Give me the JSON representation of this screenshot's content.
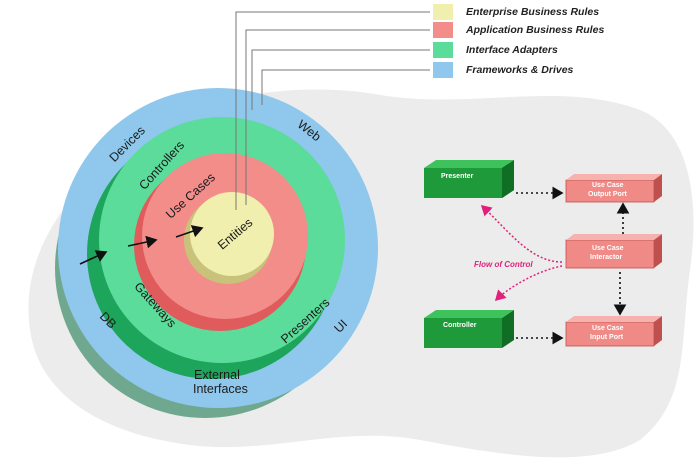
{
  "legend": [
    {
      "label": "Enterprise Business Rules",
      "color": "#f1efae"
    },
    {
      "label": "Application Business Rules",
      "color": "#f28d8a"
    },
    {
      "label": "Interface Adapters",
      "color": "#5bdc9a"
    },
    {
      "label": "Frameworks & Drives",
      "color": "#8fc8ec"
    }
  ],
  "rings": {
    "entities": "Entities",
    "use_cases": "Use Cases",
    "controllers": "Controllers",
    "gateways": "Gateways",
    "presenters": "Presenters",
    "devices": "Devices",
    "web": "Web",
    "ui": "UI",
    "db": "DB",
    "external_1": "External",
    "external_2": "Interfaces"
  },
  "flow": {
    "presenter": "Presenter",
    "controller": "Controller",
    "output_port_1": "Use Case",
    "output_port_2": "Output Port",
    "interactor_1": "Use Case",
    "interactor_2": "Interactor",
    "input_port_1": "Use Case",
    "input_port_2": "Input Port",
    "flow_label": "Flow of Control"
  },
  "colors": {
    "entities": "#f1efae",
    "use_cases": "#f28d8a",
    "adapters": "#5bdc9a",
    "frameworks": "#8fc8ec",
    "shadow": "#6fa88f",
    "box_green": "#1e9a3a",
    "box_red": "#f08a86",
    "flow_pink": "#e0207a"
  }
}
